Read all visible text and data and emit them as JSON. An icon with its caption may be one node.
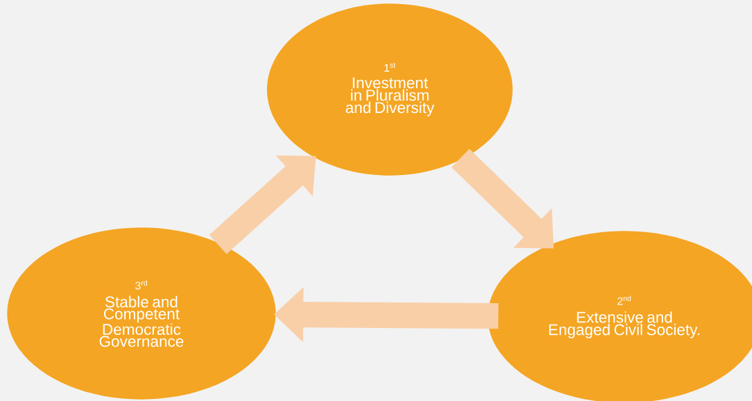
{
  "diagram": {
    "nodes": [
      {
        "text": [
          "1$^{st}$",
          "Investment in Pluralism and Diversity"
        ]
      },
      {
        "text": [
          "2$^{nd}$",
          "Extensive and Engaged Civil Society."
        ]
      },
      {
        "text": [
          "3$^{rd}$",
          "Stable and Competent Democratic Governance"
        ]
      }
    ],
    "edges": [
      {
        "from": 0,
        "to": 1,
        "arrow": "to"
      },
      {
        "from": 1,
        "to": 2,
        "arrow": "to"
      },
      {
        "from": 2,
        "to": 0,
        "arrow": "to"
      }
    ]
  }
}
